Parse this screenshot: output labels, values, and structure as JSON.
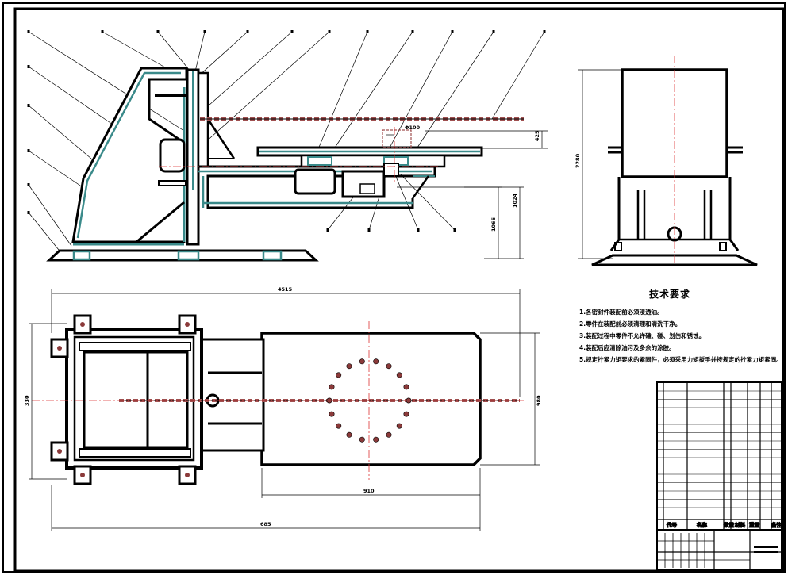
{
  "technical_requirements": {
    "title": "技术要求",
    "items": [
      "1.各密封件装配前必须浸透油。",
      "2.零件在装配前必须清理和清洗干净。",
      "3.装配过程中零件不允许磕、碰、划伤和锈蚀。",
      "4.装配后应清除油污及多余的涂胶。",
      "5.规定拧紧力矩要求的紧固件，必须采用力矩扳手并按规定的拧紧力矩紧固。"
    ]
  },
  "dimensions": {
    "side_height_a": "1065",
    "side_height_b": "1024",
    "side_small": "425",
    "side_gap": "Φ100",
    "end_height": "2280",
    "plan_total_top": "4515",
    "plan_width_left": "330",
    "plan_width_right": "980",
    "plan_table_len": "910",
    "plan_total_bottom": "685"
  },
  "title_block": {
    "col_code": "代号",
    "col_name": "名称",
    "col_qty": "数量",
    "col_material": "材料",
    "col_weight": "重量",
    "col_note": "备注"
  }
}
